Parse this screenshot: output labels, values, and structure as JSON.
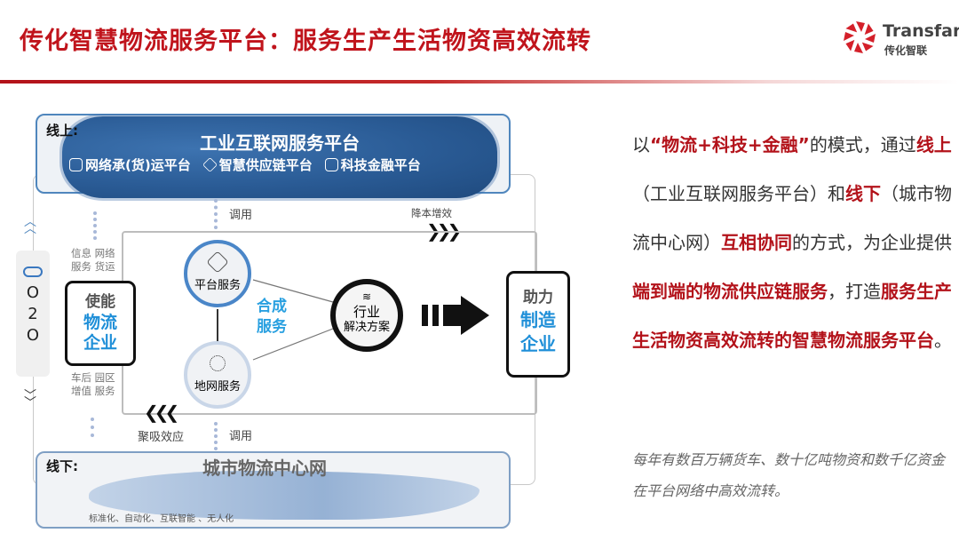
{
  "title": "传化智慧物流服务平台：服务生产生活物资高效流转",
  "logo": {
    "en": "Transfar",
    "cn": "传化智联"
  },
  "diagram": {
    "online_label": "线上:",
    "cloud_title": "工业互联网服务平台",
    "cloud_items": [
      "网络承(货)运平台",
      "智慧供应链平台",
      "科技金融平台"
    ],
    "call_top": "调用",
    "cost": "降本增效",
    "left_top_labels": [
      "信息 网络",
      "服务 货运"
    ],
    "left_bottom_labels": [
      "车后 园区",
      "增值 服务"
    ],
    "o2o": [
      "O",
      "2",
      "O"
    ],
    "enable_box": {
      "line1": "使能",
      "line2": "物流",
      "line3": "企业"
    },
    "platform_service": "平台服务",
    "ground_service": "地网服务",
    "synth": [
      "合成",
      "服务"
    ],
    "solution": [
      "行业",
      "解决方案"
    ],
    "help_box": {
      "line1": "助力",
      "line2": "制造",
      "line3": "企业"
    },
    "attract": "聚吸效应",
    "call_bottom": "调用",
    "offline_label": "线下:",
    "offline_title": "城市物流中心网",
    "offline_caption": "标准化、自动化、互联智能 、无人化"
  },
  "paragraph": [
    {
      "t": "以",
      "em": false
    },
    {
      "t": "“物流+科技+金融”",
      "em": true
    },
    {
      "t": "的模式，通过",
      "em": false
    },
    {
      "t": "线上",
      "em": true
    },
    {
      "t": "（工业互联网服务平台）和",
      "em": false
    },
    {
      "t": "线下",
      "em": true
    },
    {
      "t": "（城市物流中心网）",
      "em": false
    },
    {
      "t": "互相协同",
      "em": true
    },
    {
      "t": "的方式，为企业提供",
      "em": false
    },
    {
      "t": "端到端的物流供应链服务",
      "em": true
    },
    {
      "t": "，打造",
      "em": false
    },
    {
      "t": "服务生产生活物资高效流转的智慧物流服务平台",
      "em": true
    },
    {
      "t": "。",
      "em": false
    }
  ],
  "note": "每年有数百万辆货车、数十亿吨物资和数千亿资金在平台网络中高效流转。",
  "colors": {
    "brand": "#c0141c",
    "accent": "#1f8fd8"
  }
}
